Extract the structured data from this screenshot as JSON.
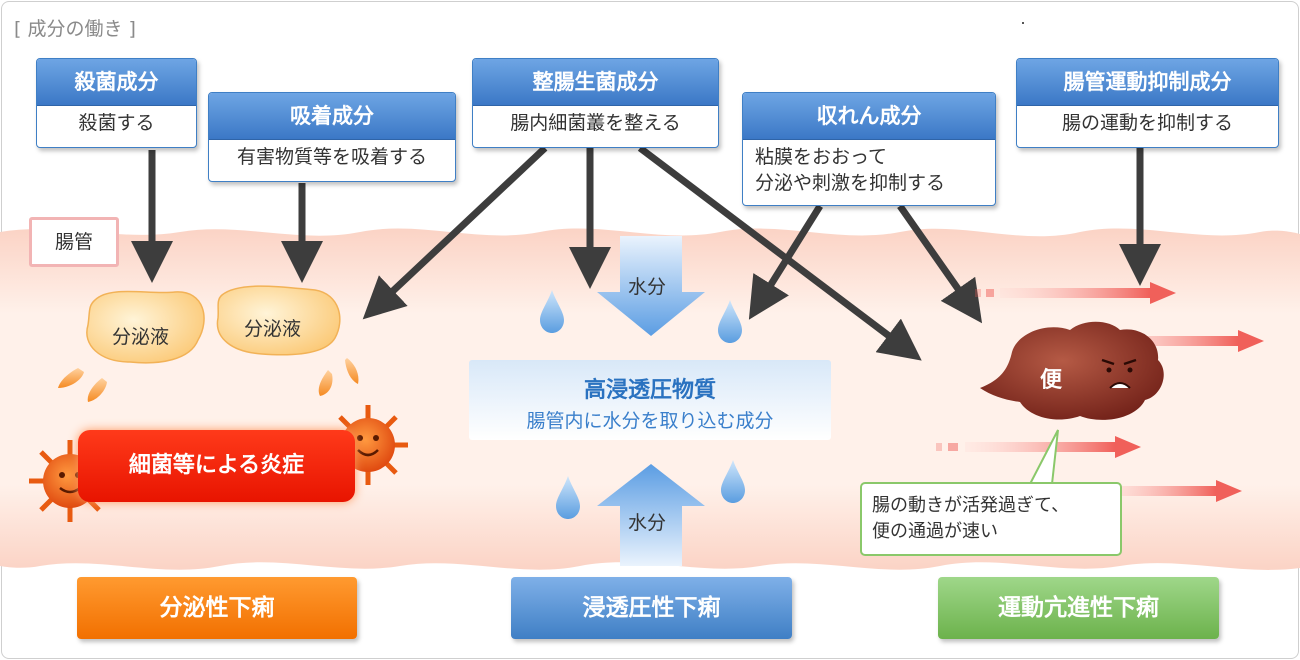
{
  "title": "[ 成分の働き ]",
  "ingredients": {
    "bactericidal": {
      "name": "殺菌成分",
      "effect": "殺菌する"
    },
    "adsorbent": {
      "name": "吸着成分",
      "effect": "有害物質等を吸着する"
    },
    "probiotic": {
      "name": "整腸生菌成分",
      "effect": "腸内細菌叢を整える"
    },
    "astringent": {
      "name": "収れん成分",
      "effect_lines": [
        "粘膜をおおって",
        "分泌や刺激を抑制する"
      ]
    },
    "antimotility": {
      "name": "腸管運動抑制成分",
      "effect": "腸の運動を抑制する"
    }
  },
  "intestine_label": "腸管",
  "secretion": {
    "label": "分泌液"
  },
  "water": {
    "label": "水分"
  },
  "hyperosmotic": {
    "title": "高浸透圧物質",
    "subtitle": "腸管内に水分を取り込む成分"
  },
  "inflammation": "細菌等による炎症",
  "stool": "便",
  "callout_lines": [
    "腸の動きが活発過ぎて、",
    "便の通過が速い"
  ],
  "diarrhea_types": {
    "secretory": "分泌性下痢",
    "osmotic": "浸透圧性下痢",
    "motility": "運動亢進性下痢"
  },
  "colors": {
    "ingredient_header": "#4a88d4",
    "intestine": "#fde1d6",
    "secretory": "#f57d10",
    "osmotic": "#5590d6",
    "motility": "#7dc160",
    "inflammation": "#ff2a10",
    "stool": "#8a2a20"
  }
}
